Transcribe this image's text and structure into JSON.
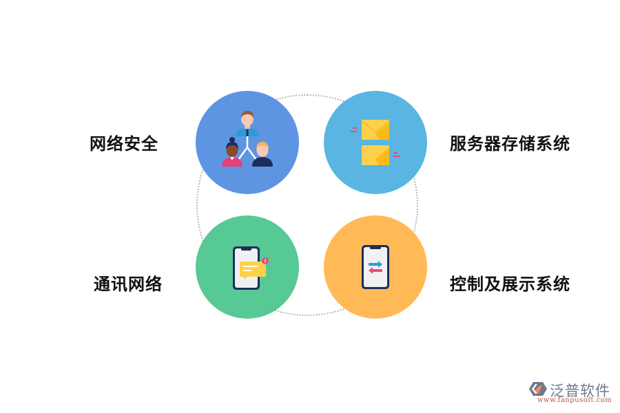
{
  "diagram": {
    "type": "four-node-ring",
    "nodes": [
      {
        "id": "network-security",
        "label": "网络安全",
        "position": "top-left",
        "color": "#5d95e2",
        "icon": "people-hierarchy-icon"
      },
      {
        "id": "server-storage",
        "label": "服务器存储系统",
        "position": "top-right",
        "color": "#5ab5e2",
        "icon": "envelopes-icon"
      },
      {
        "id": "communication-network",
        "label": "通讯网络",
        "position": "bottom-left",
        "color": "#57c994",
        "icon": "phone-message-icon"
      },
      {
        "id": "control-display",
        "label": "控制及展示系统",
        "position": "bottom-right",
        "color": "#ffb957",
        "icon": "phone-transfer-icon"
      }
    ],
    "ring_color": "#b5b5b5"
  },
  "watermark": {
    "brand_name": "泛普软件",
    "url": "www.fanpusoft.com"
  }
}
